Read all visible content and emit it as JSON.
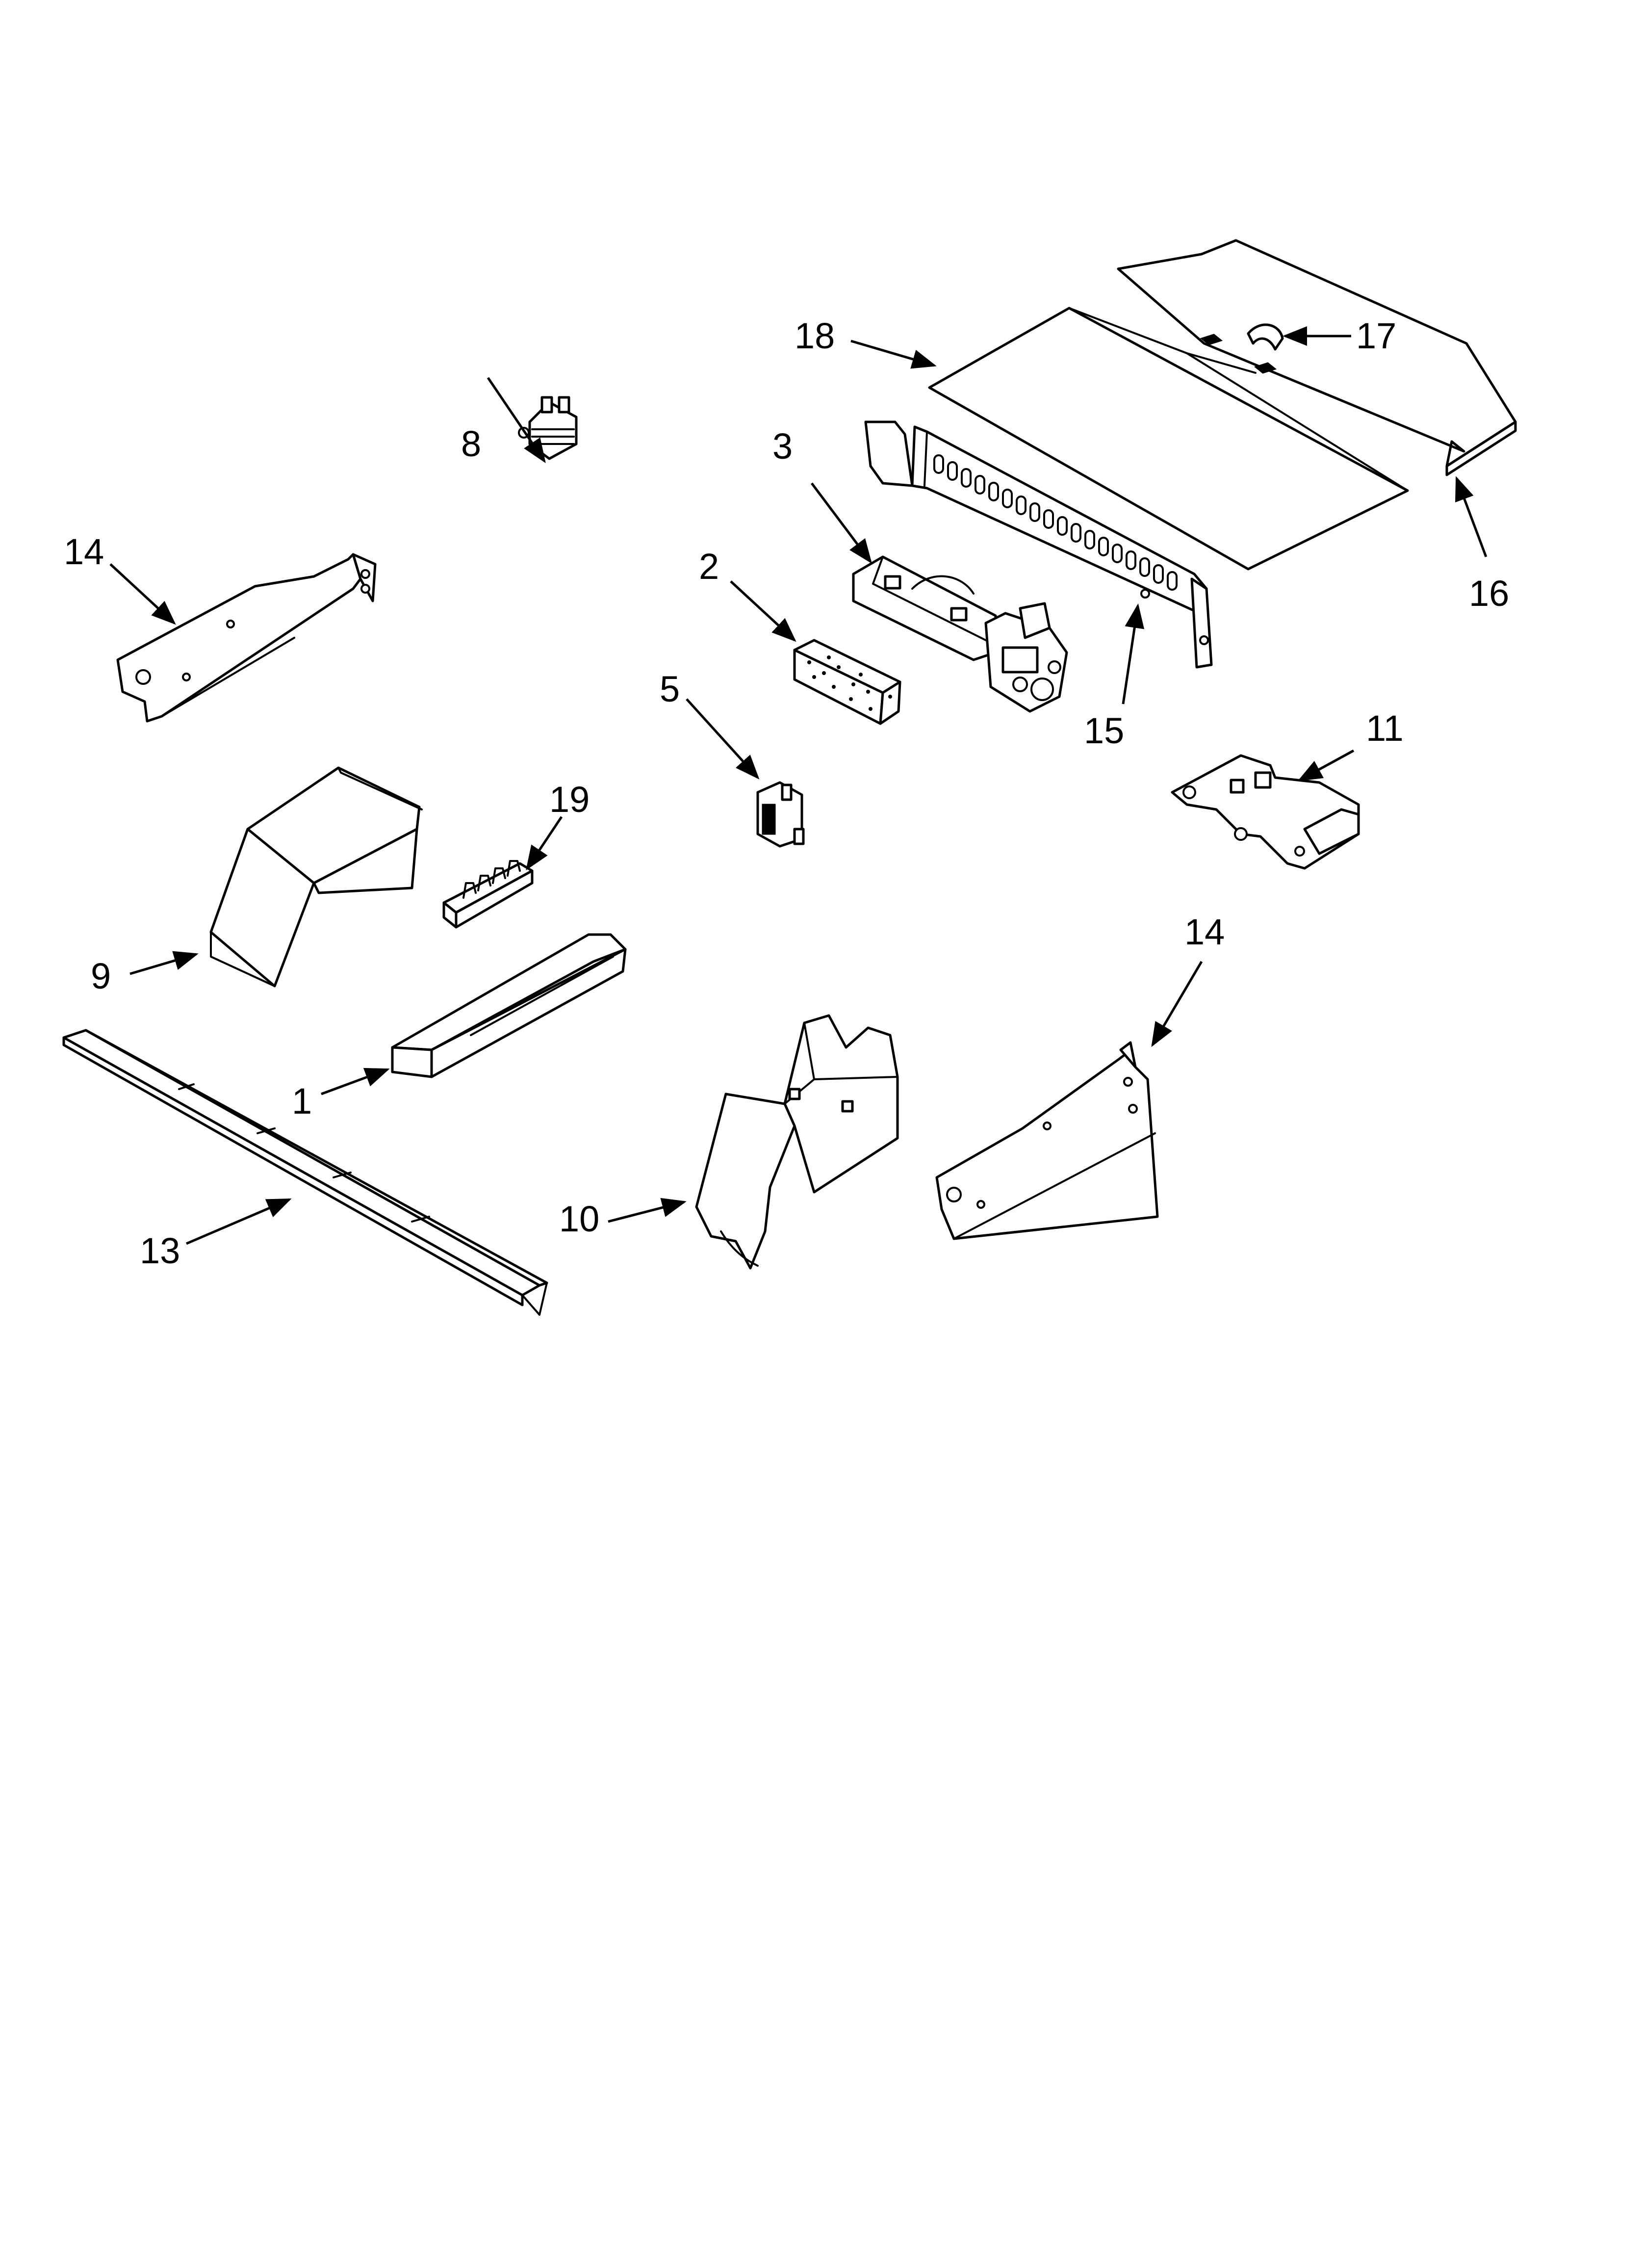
{
  "diagram": {
    "callouts": {
      "c1": "1",
      "c2": "2",
      "c3": "3",
      "c5": "5",
      "c8": "8",
      "c9": "9",
      "c10": "10",
      "c11": "11",
      "c13": "13",
      "c14_left": "14",
      "c14_right": "14",
      "c15": "15",
      "c16": "16",
      "c17": "17",
      "c18": "18",
      "c19": "19"
    },
    "colors": {
      "line": "#000000",
      "background": "#ffffff"
    }
  }
}
